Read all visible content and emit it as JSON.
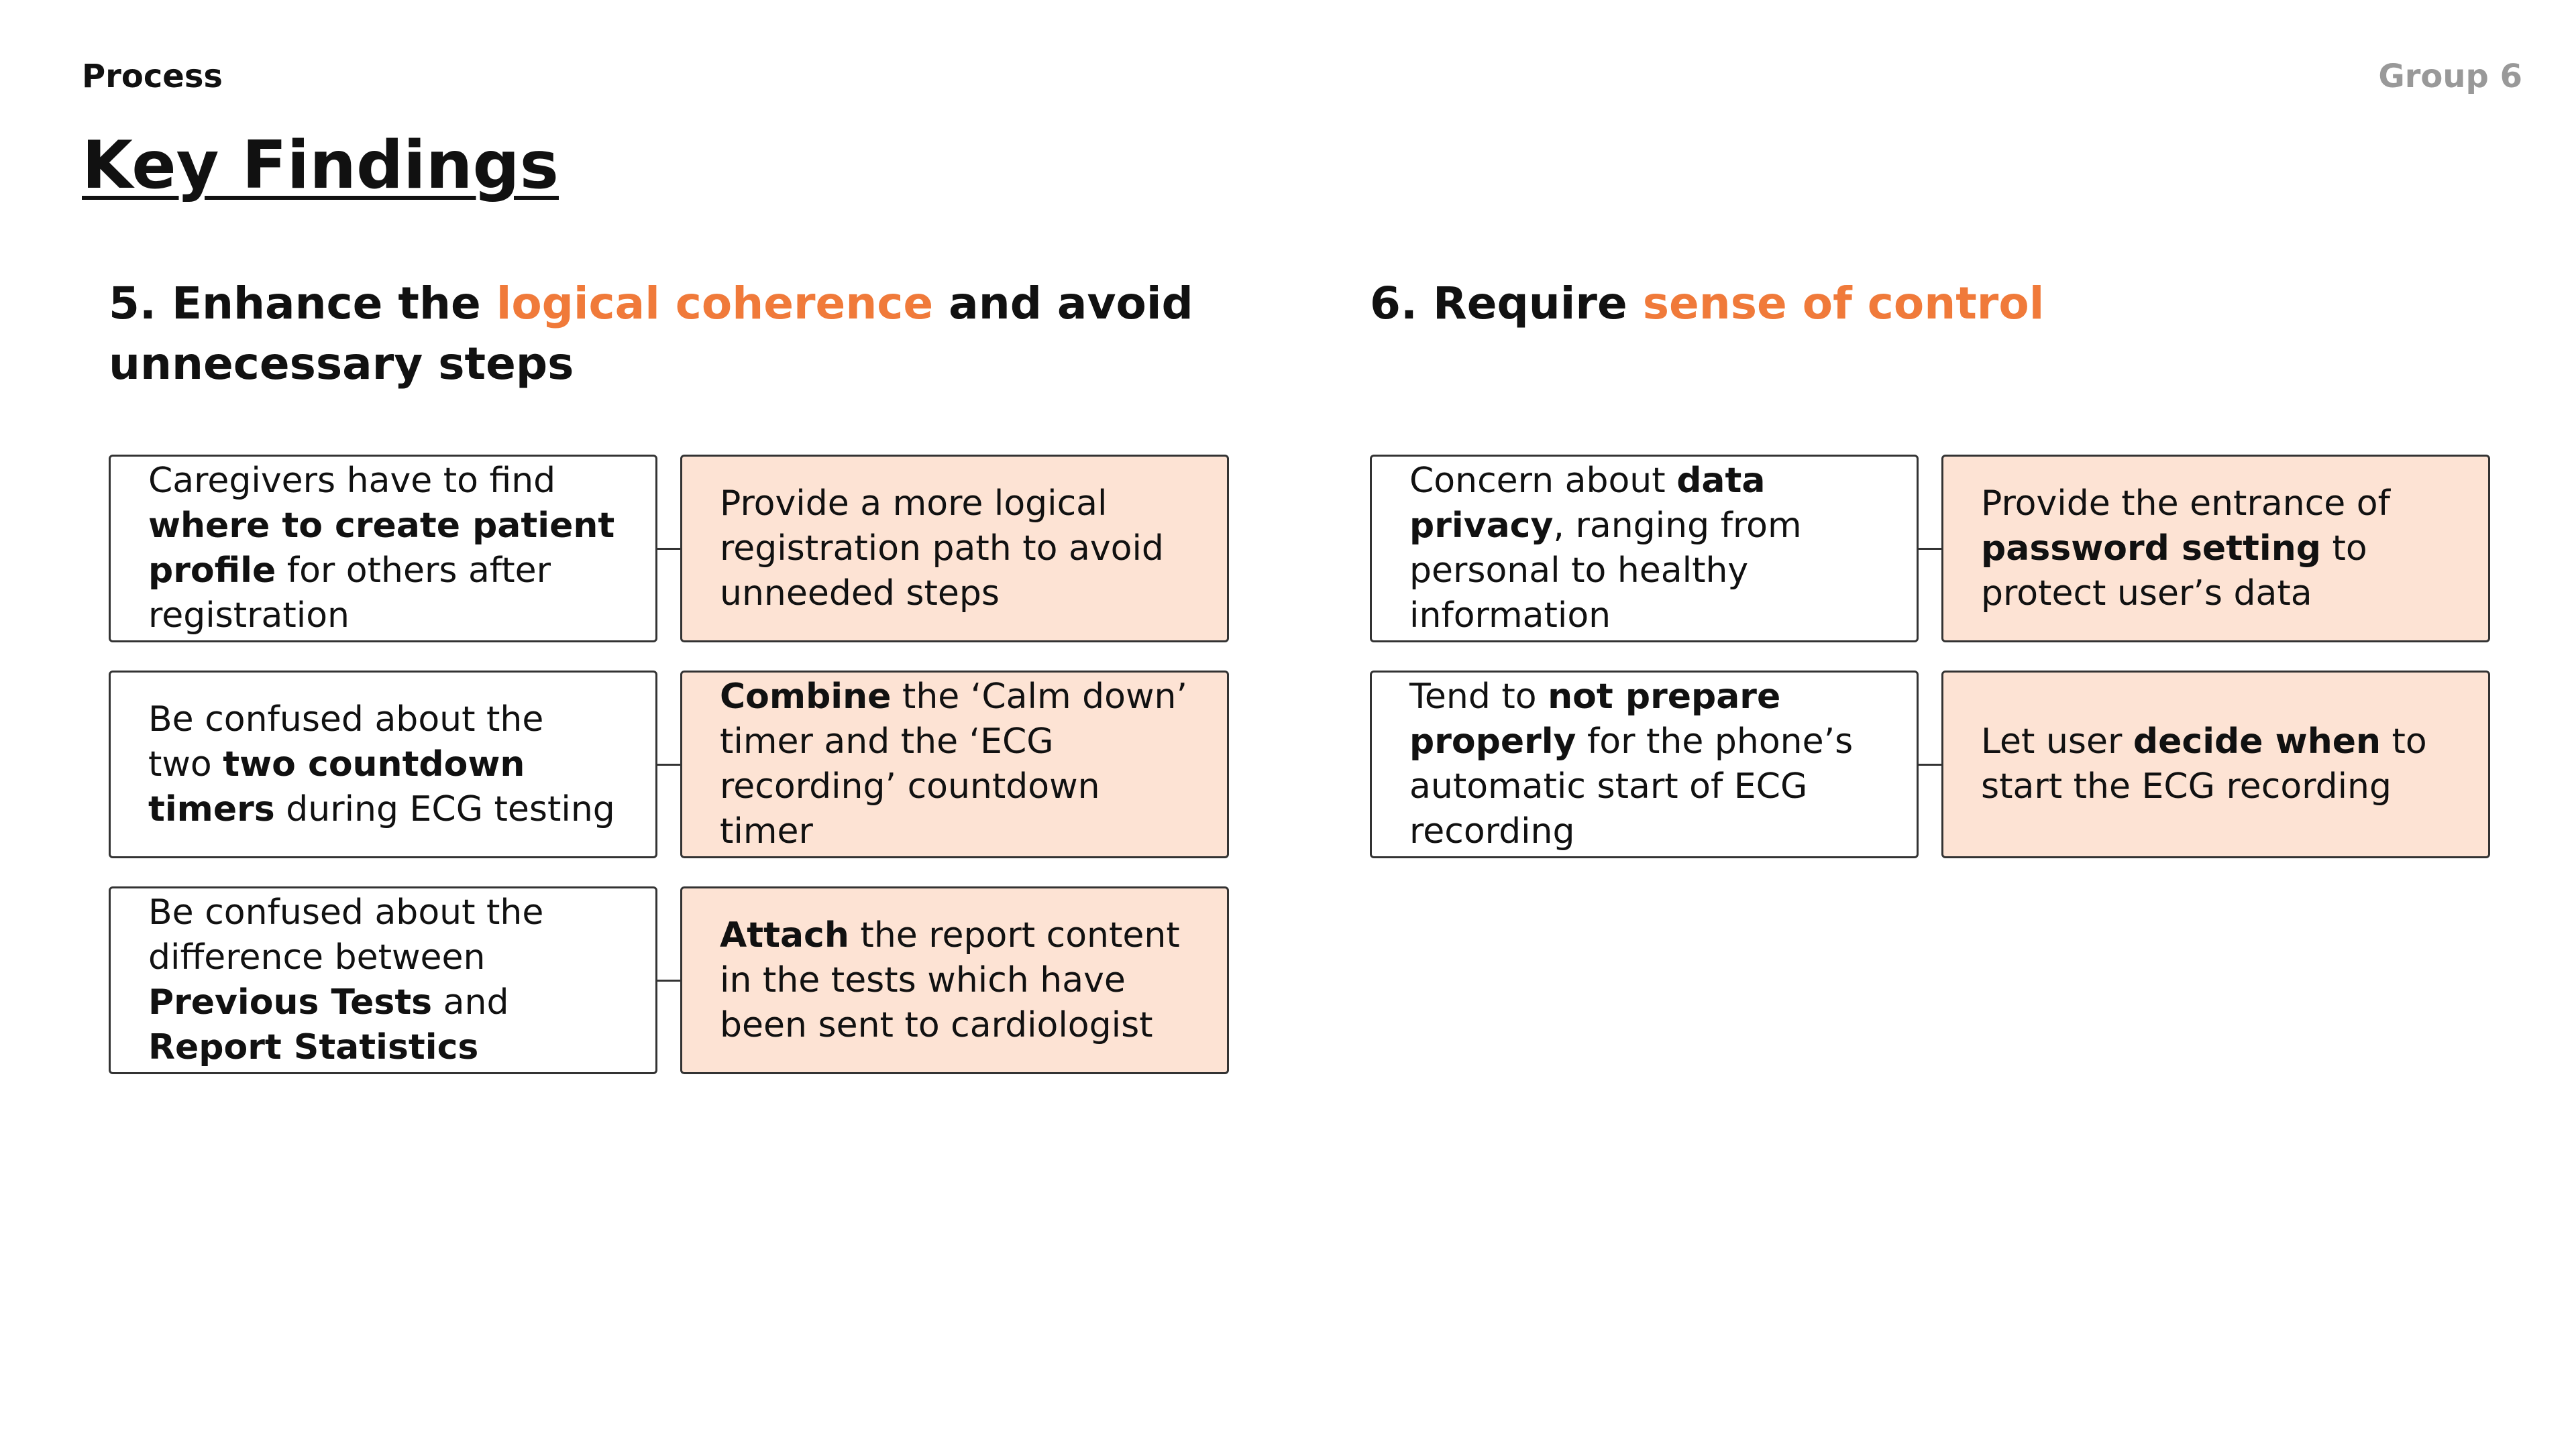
{
  "header": {
    "section_label": "Process",
    "group_label": "Group 6"
  },
  "page_title": "Key Findings",
  "theme": {
    "accent": "#F07A3A",
    "solution_bg": "#FDE3D4",
    "border": "#333333"
  },
  "sections": [
    {
      "heading_pre": "5. Enhance the ",
      "heading_accent": "logical coherence",
      "heading_post": " and avoid unnecessary steps",
      "rows": [
        {
          "problem": {
            "t1": "Caregivers have to find ",
            "b1": "where to create patient profile",
            "t2": " for others after registration"
          },
          "solution": {
            "t1": "Provide a more logical registration path to avoid unneeded steps"
          }
        },
        {
          "problem": {
            "t1": "Be confused about the two ",
            "b1": "two countdown timers",
            "t2": " during ECG testing"
          },
          "solution": {
            "b1": "Combine",
            "t1": " the ‘Calm down’ timer and the ‘ECG recording’ countdown timer"
          }
        },
        {
          "problem": {
            "t1": "Be confused about the difference between ",
            "b1": "Previous Tests",
            "t2": " and ",
            "b2": "Report Statistics"
          },
          "solution": {
            "b1": "Attach",
            "t1": " the report content in the tests which have been sent to cardiologist"
          }
        }
      ]
    },
    {
      "heading_pre": "6. Require ",
      "heading_accent": "sense of control",
      "heading_post": "",
      "rows": [
        {
          "problem": {
            "t1": "Concern about ",
            "b1": "data privacy",
            "t2": ", ranging from personal to healthy information"
          },
          "solution": {
            "t1": "Provide the entrance of ",
            "b1": "password setting",
            "t2": " to protect user’s data"
          }
        },
        {
          "problem": {
            "t1": "Tend to ",
            "b1": "not prepare properly",
            "t2": " for the phone’s automatic start of ECG recording"
          },
          "solution": {
            "t1": "Let user ",
            "b1": "decide when",
            "t2": " to start the ECG recording"
          }
        }
      ]
    }
  ]
}
